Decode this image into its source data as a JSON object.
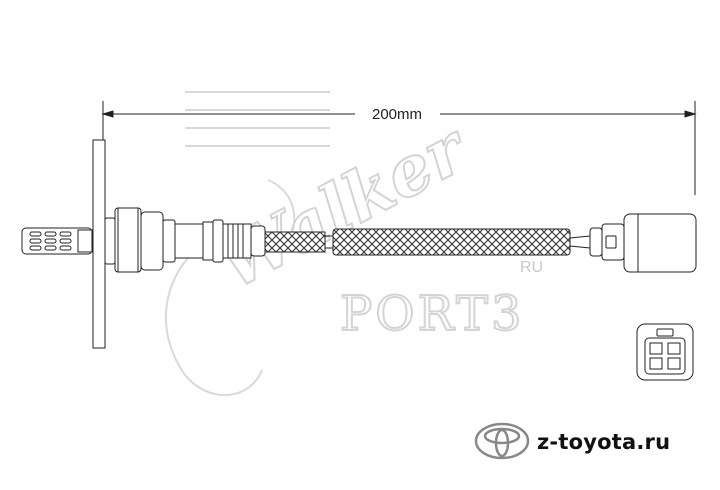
{
  "dimension": {
    "label": "200mm"
  },
  "watermark": {
    "brand": "Walker",
    "site": "PORT3",
    "tld": "RU"
  },
  "footer": {
    "site_name": "z-toyota.ru",
    "logo": "toyota-logo"
  },
  "colors": {
    "line": "#222222",
    "watermark": "#d9d9d9"
  }
}
